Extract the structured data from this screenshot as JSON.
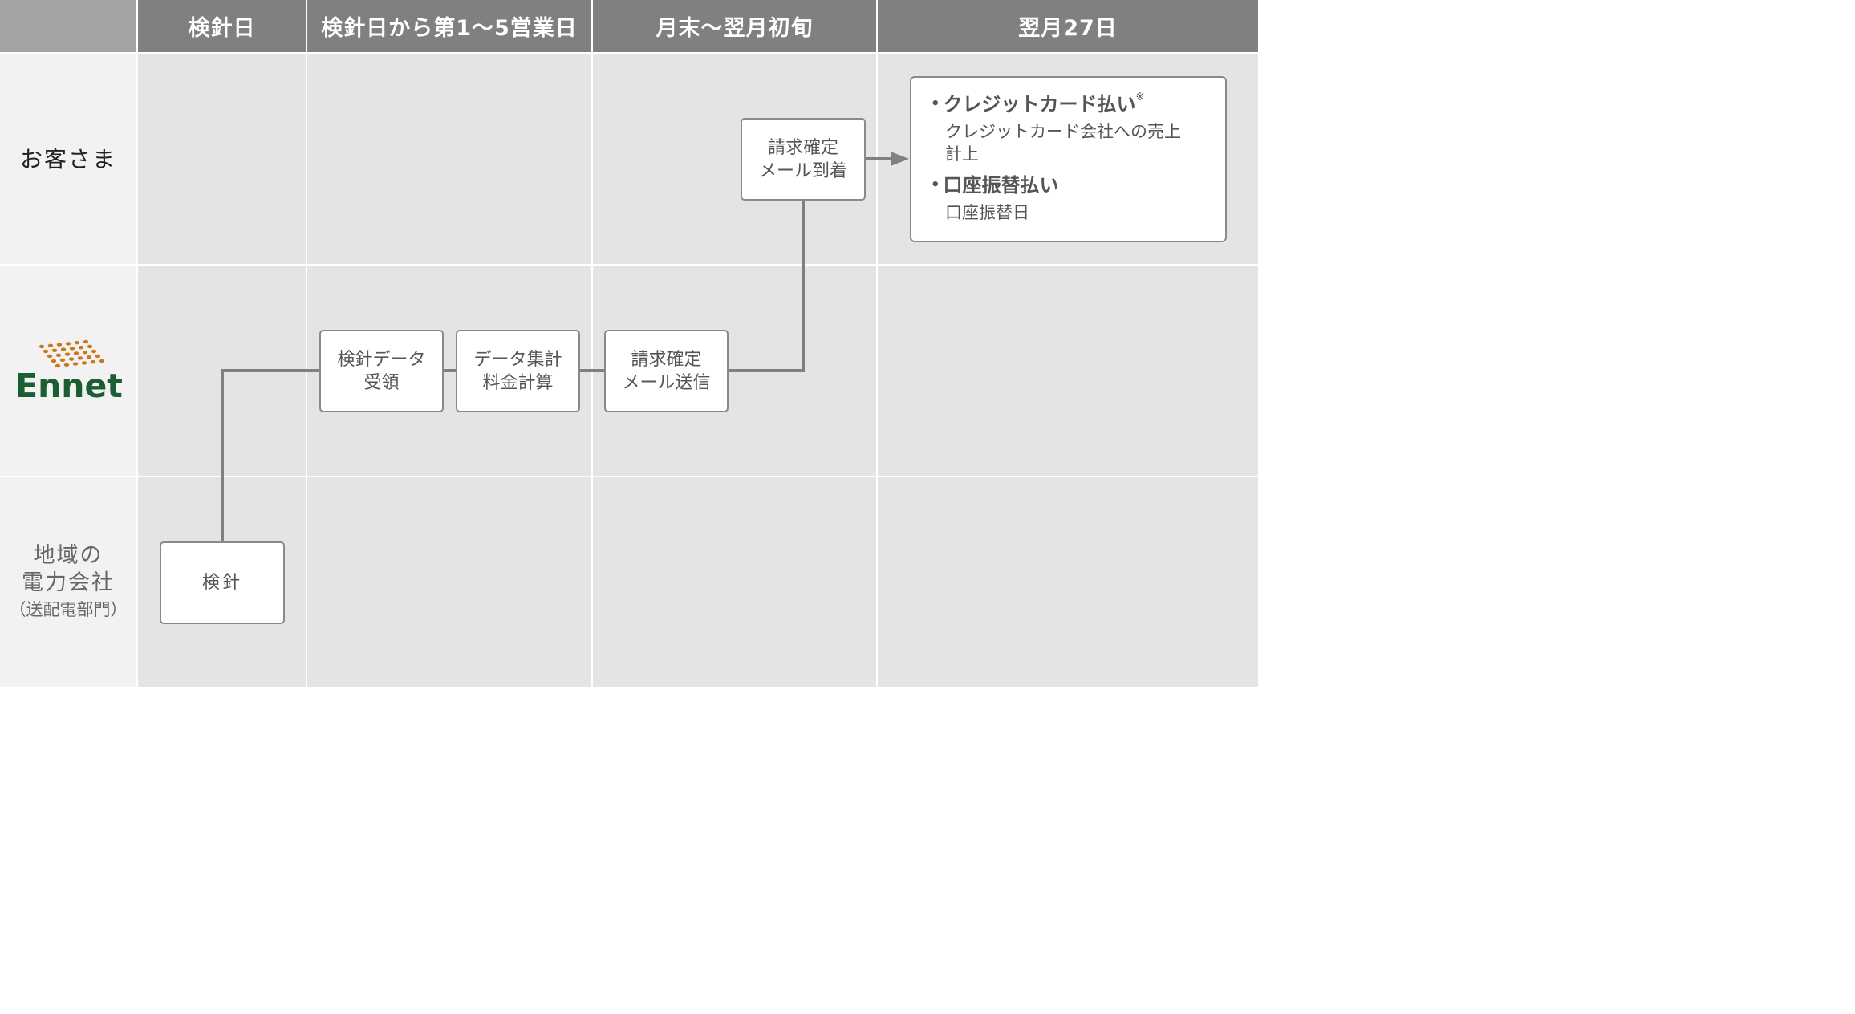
{
  "columns": [
    "検針日",
    "検針日から第1〜5営業日",
    "月末〜翌月初旬",
    "翌月27日"
  ],
  "rows": {
    "customer": "お客さま",
    "ennet_logo_text": "Ennet",
    "utility": {
      "line1": "地域の",
      "line2": "電力会社",
      "line3": "（送配電部門）"
    }
  },
  "steps": {
    "meter_reading": "検針",
    "receive_data": {
      "line1": "検針データ",
      "line2": "受領"
    },
    "aggregate": {
      "line1": "データ集計",
      "line2": "料金計算"
    },
    "send_mail": {
      "line1": "請求確定",
      "line2": "メール送信"
    },
    "mail_arrive": {
      "line1": "請求確定",
      "line2": "メール到着"
    }
  },
  "payment": {
    "credit_title": "クレジットカード払い",
    "credit_note_mark": "※",
    "credit_desc_1": "クレジットカード会社への売上",
    "credit_desc_2": "計上",
    "bank_title": "口座振替払い",
    "bank_desc": "口座振替日"
  },
  "colors": {
    "header": "#808080",
    "cell": "#e4e4e4",
    "line": "#808080",
    "logo_green": "#1a5e32",
    "logo_orange": "#c97a1e"
  }
}
